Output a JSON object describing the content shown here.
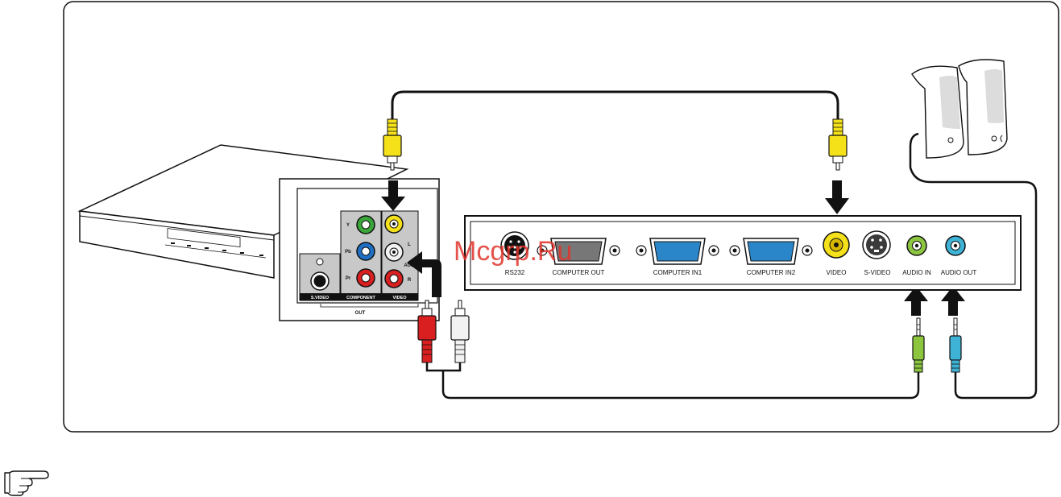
{
  "watermark": "Mcgrp.Ru",
  "icons": {
    "note": "pointing-hand-icon"
  },
  "colors": {
    "video_yellow": "#f5e11a",
    "audio_red": "#d91f1f",
    "audio_white": "#f2f2f2",
    "component_green": "#3aa63a",
    "component_blue": "#1f6fc4",
    "vga_blue": "#2a86c8",
    "audio_in_green": "#8cc63f",
    "audio_out_cyan": "#3fb3d6",
    "panel_gray": "#bfbfbf"
  },
  "dvd": {
    "svideo": "S.VIDEO",
    "component": "COMPONENT",
    "video": "VIDEO",
    "out": "OUT",
    "y": "Y",
    "pb": "Pb",
    "pr": "Pr",
    "audio": "AUDIO",
    "l": "L",
    "r": "R"
  },
  "projector": {
    "ports": [
      {
        "label": "RS232"
      },
      {
        "label": "COMPUTER OUT"
      },
      {
        "label": "COMPUTER IN1"
      },
      {
        "label": "COMPUTER IN2"
      },
      {
        "label": "VIDEO"
      },
      {
        "label": "S-VIDEO"
      },
      {
        "label": "AUDIO IN"
      },
      {
        "label": "AUDIO OUT"
      }
    ]
  }
}
